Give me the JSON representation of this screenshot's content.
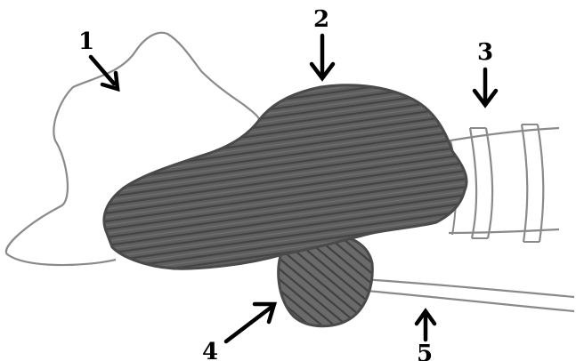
{
  "figure": {
    "callouts": [
      {
        "id": 1,
        "label": "1"
      },
      {
        "id": 2,
        "label": "2"
      },
      {
        "id": 3,
        "label": "3"
      },
      {
        "id": 4,
        "label": "4"
      },
      {
        "id": 5,
        "label": "5"
      }
    ]
  },
  "colors": {
    "background": "#ffffff",
    "outline": "#8a8a8a",
    "dark_fill": "#5e5e5e",
    "hatch": "#3f3f3f",
    "arrow": "#000000"
  }
}
